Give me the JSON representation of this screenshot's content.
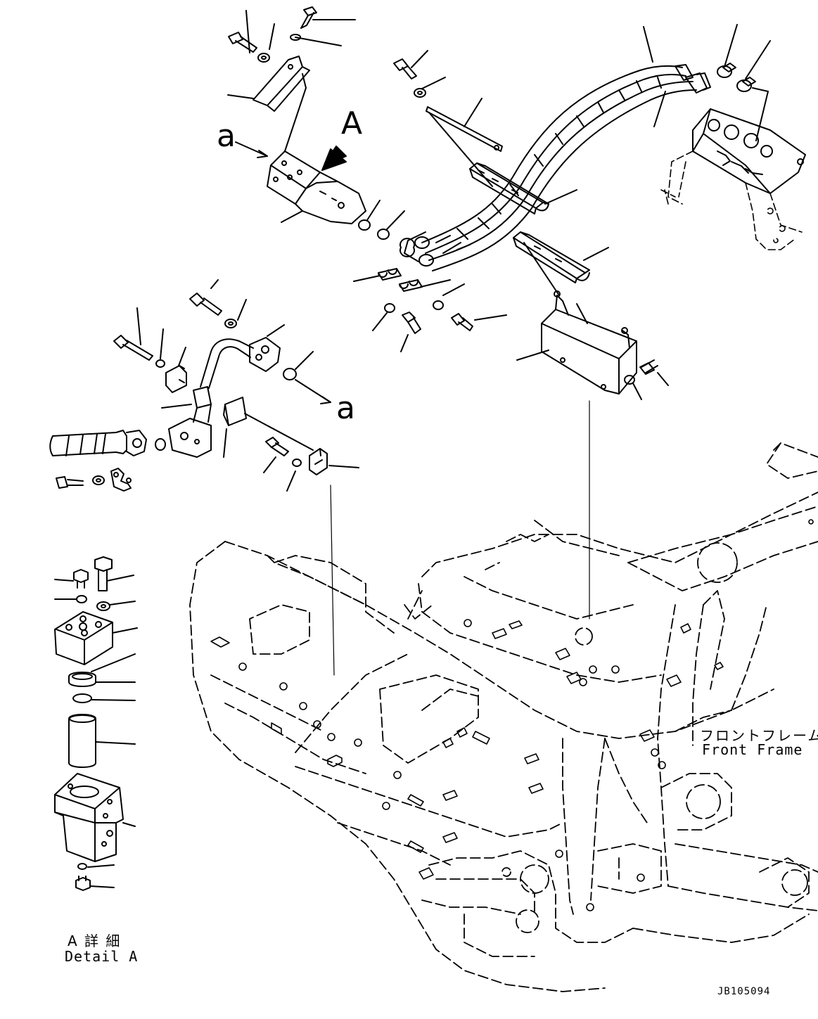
{
  "callouts": {
    "view_letter": "A",
    "ref_a_top": "a",
    "ref_a_bottom": "a"
  },
  "detail": {
    "title_jp": "A 詳 細",
    "title_en": "Detail A"
  },
  "frame": {
    "label_jp": "フロントフレーム",
    "label_en": "Front Frame"
  },
  "drawing_code": "JB105094"
}
